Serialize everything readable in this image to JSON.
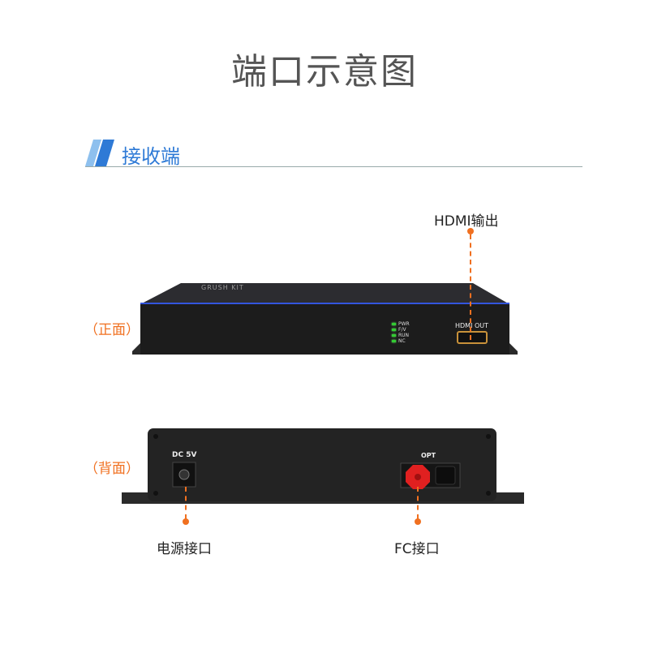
{
  "title": "端口示意图",
  "section": "接收端",
  "front": {
    "side_label": "（正面）",
    "brand_text": "GRUSH KIT",
    "leds": [
      "PWR",
      "F/V",
      "RUN",
      "NC"
    ],
    "port_label": "HDMI OUT",
    "callout": "HDMI输出"
  },
  "back": {
    "side_label": "（背面）",
    "dc_label": "DC 5V",
    "opt_label": "OPT",
    "callout_power": "电源接口",
    "callout_fc": "FC接口"
  },
  "colors": {
    "accent": "#2e7ad6",
    "callout": "#f07020"
  }
}
